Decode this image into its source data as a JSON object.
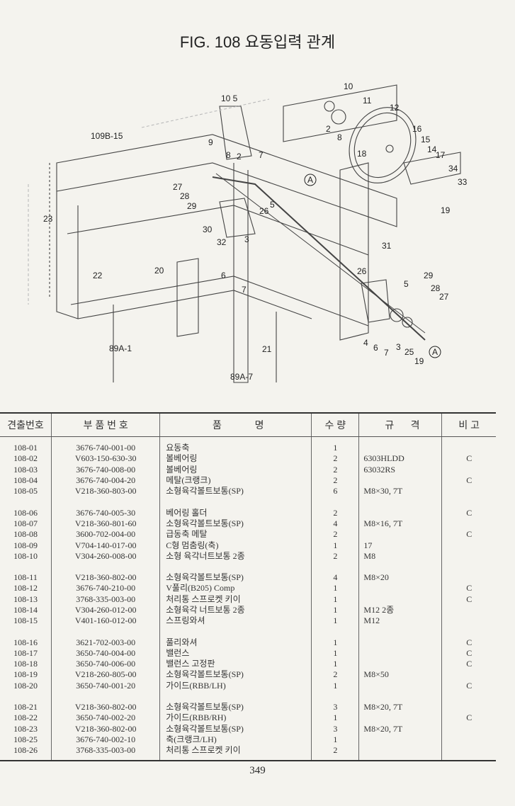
{
  "title": "FIG. 108 요동입력 관계",
  "diagram": {
    "callouts": [
      "109B-15",
      "10",
      "11",
      "12",
      "2",
      "8",
      "18",
      "16",
      "15",
      "14",
      "17",
      "34",
      "33",
      "19",
      "10 5",
      "9",
      "8",
      "2",
      "7",
      "27",
      "28",
      "29",
      "26",
      "5",
      "30",
      "32",
      "3",
      "23",
      "22",
      "20",
      "6",
      "7",
      "31",
      "26",
      "29",
      "5",
      "28",
      "27",
      "4",
      "6",
      "7",
      "3",
      "25",
      "19",
      "89A-1",
      "21",
      "89A-7",
      "A",
      "A"
    ]
  },
  "table": {
    "headers": [
      "견출번호",
      "부 품 번 호",
      "품            명",
      "수 량",
      "규      격",
      "비 고"
    ],
    "groups": [
      [
        [
          "108-01",
          "3676-740-001-00",
          "요동축",
          "1",
          "",
          ""
        ],
        [
          "108-02",
          "V603-150-630-30",
          "볼베어링",
          "2",
          "6303HLDD",
          "C"
        ],
        [
          "108-03",
          "3676-740-008-00",
          "볼베어링",
          "2",
          "63032RS",
          ""
        ],
        [
          "108-04",
          "3676-740-004-20",
          "메탈(크랭크)",
          "2",
          "",
          "C"
        ],
        [
          "108-05",
          "V218-360-803-00",
          "소형육각볼트보통(SP)",
          "6",
          "M8×30, 7T",
          ""
        ]
      ],
      [
        [
          "108-06",
          "3676-740-005-30",
          "베어링 홀더",
          "2",
          "",
          "C"
        ],
        [
          "108-07",
          "V218-360-801-60",
          "소형육각볼트보통(SP)",
          "4",
          "M8×16, 7T",
          ""
        ],
        [
          "108-08",
          "3600-702-004-00",
          "급동축 메탈",
          "2",
          "",
          "C"
        ],
        [
          "108-09",
          "V704-140-017-00",
          "C형 멈춤링(축)",
          "1",
          "17",
          ""
        ],
        [
          "108-10",
          "V304-260-008-00",
          "소형 육각너트보통 2종",
          "2",
          "M8",
          ""
        ]
      ],
      [
        [
          "108-11",
          "V218-360-802-00",
          "소형육각볼트보통(SP)",
          "4",
          "M8×20",
          ""
        ],
        [
          "108-12",
          "3676-740-210-00",
          "V풀리(B205) Comp",
          "1",
          "",
          "C"
        ],
        [
          "108-13",
          "3768-335-003-00",
          "처리통 스프로켓 키이",
          "1",
          "",
          "C"
        ],
        [
          "108-14",
          "V304-260-012-00",
          "소형육각 너트보통 2종",
          "1",
          "M12 2종",
          ""
        ],
        [
          "108-15",
          "V401-160-012-00",
          "스프링와셔",
          "1",
          "M12",
          ""
        ]
      ],
      [
        [
          "108-16",
          "3621-702-003-00",
          "풀리와셔",
          "1",
          "",
          "C"
        ],
        [
          "108-17",
          "3650-740-004-00",
          "밸런스",
          "1",
          "",
          "C"
        ],
        [
          "108-18",
          "3650-740-006-00",
          "밸런스 고정판",
          "1",
          "",
          "C"
        ],
        [
          "108-19",
          "V218-260-805-00",
          "소형육각볼트보통(SP)",
          "2",
          "M8×50",
          ""
        ],
        [
          "108-20",
          "3650-740-001-20",
          "가이드(RBB/LH)",
          "1",
          "",
          "C"
        ]
      ],
      [
        [
          "108-21",
          "V218-360-802-00",
          "소형육각볼트보통(SP)",
          "3",
          "M8×20, 7T",
          ""
        ],
        [
          "108-22",
          "3650-740-002-20",
          "가이드(RBB/RH)",
          "1",
          "",
          "C"
        ],
        [
          "108-23",
          "V218-360-802-00",
          "소형육각볼트보통(SP)",
          "3",
          "M8×20, 7T",
          ""
        ],
        [
          "108-25",
          "3676-740-002-10",
          "축(크랭크/LH)",
          "1",
          "",
          ""
        ],
        [
          "108-26",
          "3768-335-003-00",
          "처리통 스프로켓 키이",
          "2",
          "",
          ""
        ]
      ]
    ]
  },
  "page_number": "349"
}
